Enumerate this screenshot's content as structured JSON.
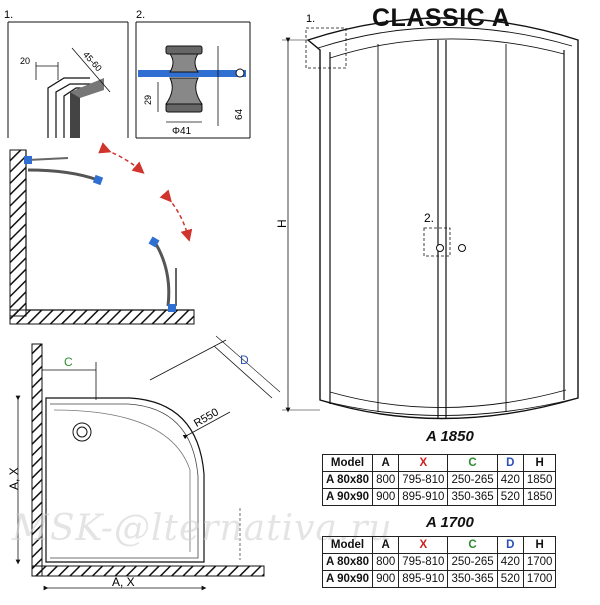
{
  "title": "CLASSIC A",
  "detail_callouts": [
    "1.",
    "2."
  ],
  "detail1": {
    "dims": [
      "20",
      "45-60"
    ]
  },
  "detail2": {
    "dims": [
      "29",
      "64",
      "Φ41"
    ]
  },
  "plan": {
    "dims": [
      "C",
      "D",
      "R550",
      "A, X",
      "A, X"
    ]
  },
  "front": {
    "height_label": "H",
    "callouts": [
      "1.",
      "2."
    ]
  },
  "tables": [
    {
      "label": "A 1850",
      "header": [
        "Model",
        "A",
        "X",
        "C",
        "D",
        "H"
      ],
      "rows": [
        [
          "A 80x80",
          "800",
          "795-810",
          "250-265",
          "420",
          "1850"
        ],
        [
          "A 90x90",
          "900",
          "895-910",
          "350-365",
          "520",
          "1850"
        ]
      ]
    },
    {
      "label": "A 1700",
      "header": [
        "Model",
        "A",
        "X",
        "C",
        "D",
        "H"
      ],
      "rows": [
        [
          "A 80x80",
          "800",
          "795-810",
          "250-265",
          "420",
          "1700"
        ],
        [
          "A 90x90",
          "900",
          "895-910",
          "350-365",
          "520",
          "1700"
        ]
      ]
    }
  ],
  "colors": {
    "X": "#cc1f1f",
    "C": "#2e8b2e",
    "D": "#2a4fb8",
    "accent": "#2f6fd1"
  },
  "watermark": "MSK-@lternativa.ru"
}
